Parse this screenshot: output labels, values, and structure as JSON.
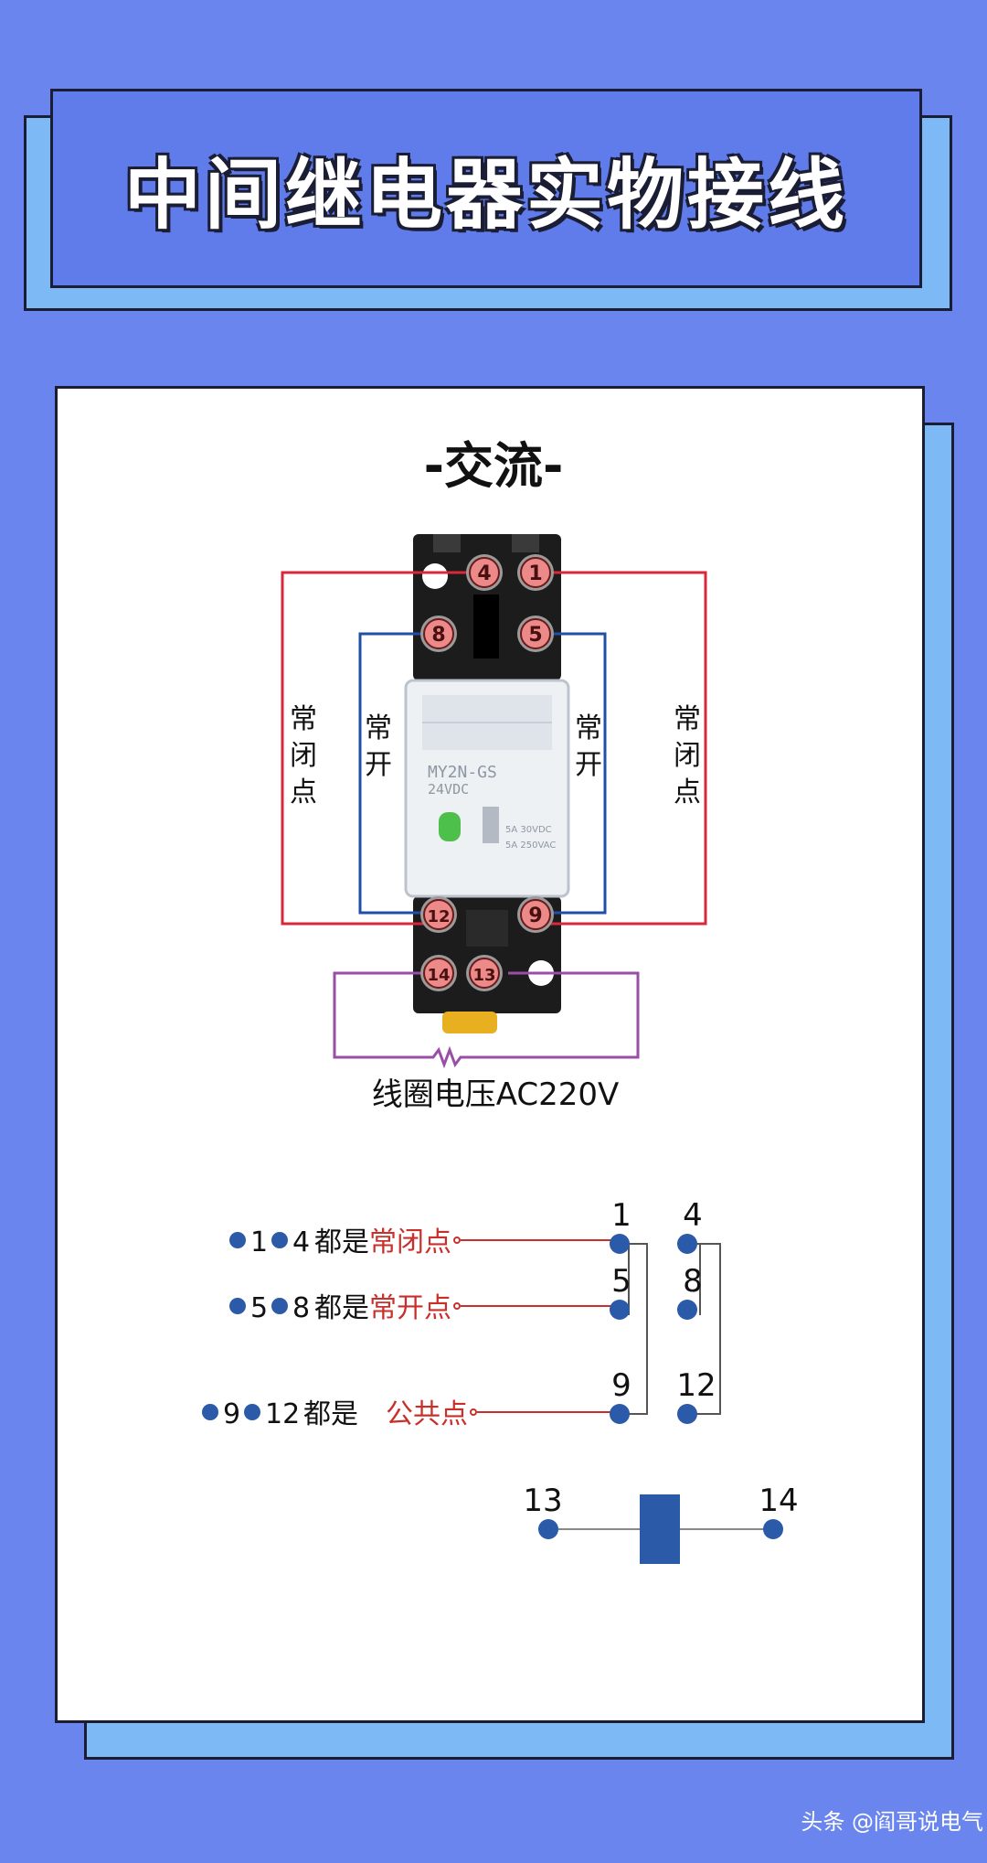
{
  "title": "中间继电器实物接线",
  "section_title": "-交流-",
  "relay": {
    "terminals_top": [
      "4",
      "1",
      "8",
      "5"
    ],
    "terminals_bottom": [
      "12",
      "9",
      "14",
      "13"
    ],
    "model_text": "MY2N-GS",
    "voltage_text": "24VDC",
    "rating_lines": [
      "5A 30VDC",
      "5A 250VAC"
    ]
  },
  "labels": {
    "nc_left": "常闭点",
    "no_left": "常开",
    "no_right": "常开",
    "nc_right": "常闭点",
    "coil_voltage": "线圈电压AC220V"
  },
  "legend": [
    {
      "numbers": [
        "1",
        "4"
      ],
      "prefix": "都是",
      "highlight": "常闭点"
    },
    {
      "numbers": [
        "5",
        "8"
      ],
      "prefix": "都是",
      "highlight": "常开点"
    },
    {
      "numbers": [
        "9",
        "12"
      ],
      "prefix": " 都是",
      "highlight": "公共点"
    }
  ],
  "schematic": {
    "terminals": [
      "1",
      "4",
      "5",
      "8",
      "9",
      "12",
      "13",
      "14"
    ]
  },
  "footer": "头条 @阎哥说电气",
  "colors": {
    "background": "#6A86EE",
    "title_box": "#5F7CEA",
    "shadow": "#7DB9F5",
    "red_wire": "#D8283A",
    "blue_wire": "#1F4FA6",
    "purple_wire": "#9A4FA6",
    "dot_blue": "#2B5AA8",
    "highlight_red": "#C9302C",
    "terminal_pink": "#EC8A8A"
  }
}
